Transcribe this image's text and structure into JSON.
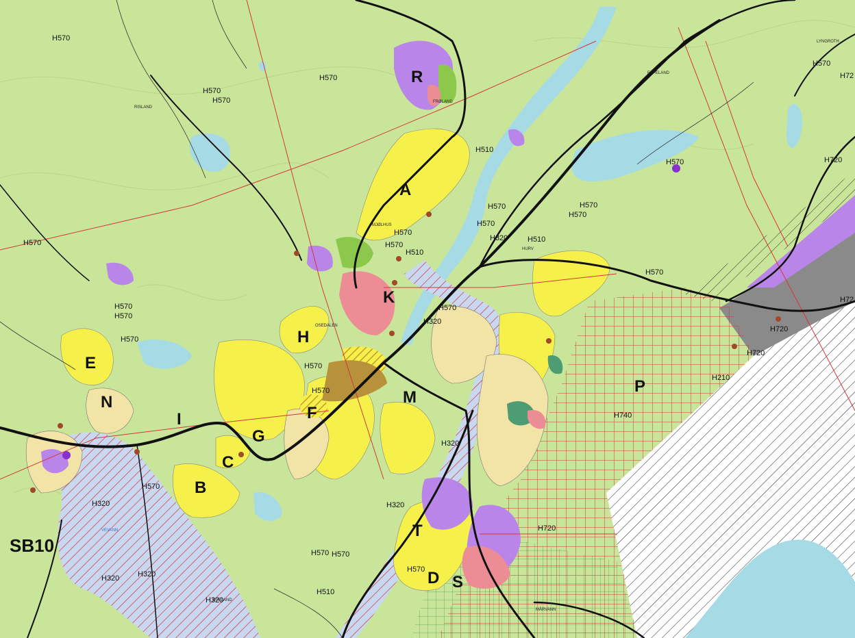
{
  "colors": {
    "farmland": "#c9e59a",
    "built_yellow": "#f6f04a",
    "residential_beige": "#f2e3a6",
    "water": "#a6dbe6",
    "pink": "#ec8d95",
    "purple": "#b985e8",
    "dark_green": "#4e9c74",
    "grey": "#8a8a8a",
    "white_area": "#ffffff",
    "road": "#111111",
    "powerline": "#d33838"
  },
  "zones": [
    {
      "id": "A",
      "label": "A"
    },
    {
      "id": "B",
      "label": "B"
    },
    {
      "id": "C",
      "label": "C"
    },
    {
      "id": "D",
      "label": "D"
    },
    {
      "id": "E",
      "label": "E"
    },
    {
      "id": "F",
      "label": "F"
    },
    {
      "id": "G",
      "label": "G"
    },
    {
      "id": "H",
      "label": "H"
    },
    {
      "id": "I",
      "label": "I"
    },
    {
      "id": "K",
      "label": "K"
    },
    {
      "id": "M",
      "label": "M"
    },
    {
      "id": "N",
      "label": "N"
    },
    {
      "id": "P",
      "label": "P"
    },
    {
      "id": "R",
      "label": "R"
    },
    {
      "id": "S",
      "label": "S"
    },
    {
      "id": "T",
      "label": "T"
    },
    {
      "id": "SB10",
      "label": "SB10"
    }
  ],
  "codes": {
    "h570": "H570",
    "h510": "H510",
    "h320": "H320",
    "h720": "H720",
    "h740": "H740",
    "h210": "H210",
    "h72": "H72"
  },
  "places": {
    "risland": "RISLAND",
    "espeland": "ESPELAND",
    "lyngroth": "LYNGROTH",
    "mjolhus": "MJØLHUS",
    "frolands": "FRØLAND",
    "osedalen": "OSEDALEN",
    "hurv": "HURV",
    "marvann": "MÅRVANN",
    "oveland": "OVELAND",
    "vevann": "VEVANN"
  }
}
